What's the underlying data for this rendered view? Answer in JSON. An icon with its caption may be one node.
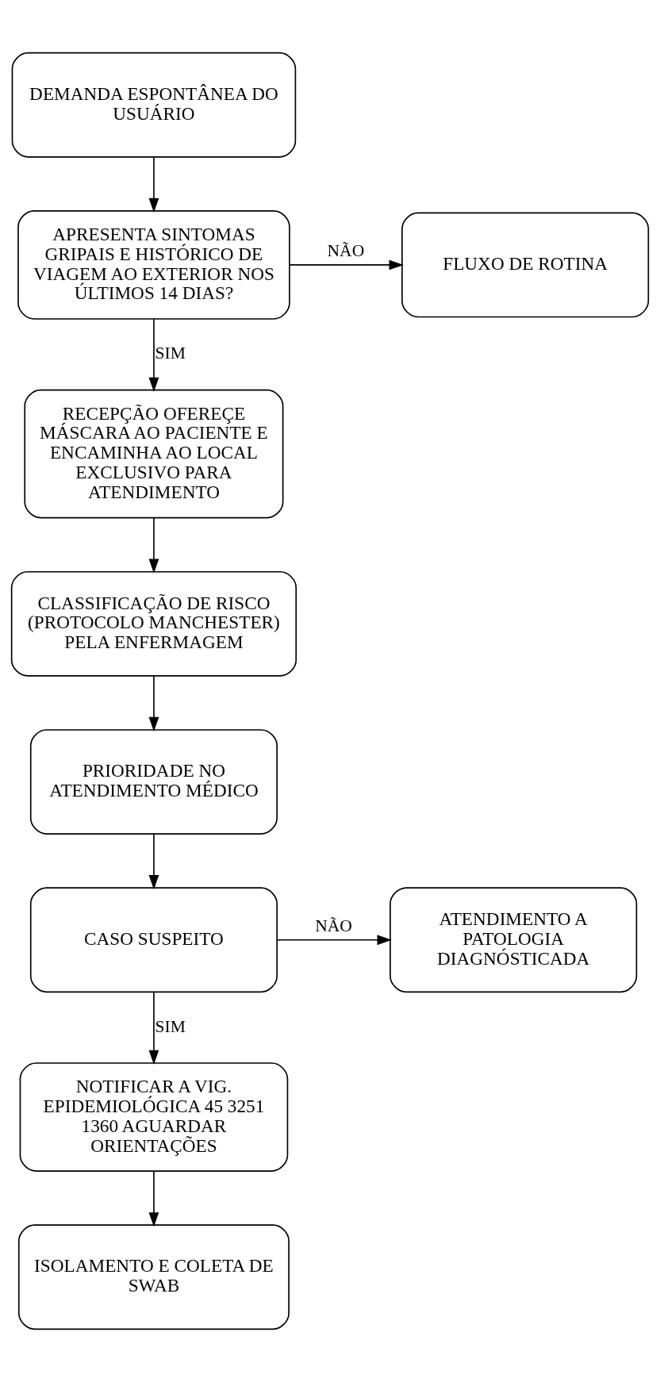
{
  "diagram": {
    "nodes": [
      {
        "text": [
          "DEMANDA ESPONTÂNEA DO USUÁRIO"
        ]
      },
      {
        "text": [
          "APRESENTA SINTOMAS GRIPAIS E HISTÓRICO DE VIAGEM AO EXTERIOR NOS ÚLTIMOS 14 DIAS?"
        ]
      },
      {
        "text": [
          "FLUXO DE ROTINA"
        ]
      },
      {
        "text": [
          "RECEPÇÃO OFEREÇE MÁSCARA AO PACIENTE E ENCAMINHA AO LOCAL EXCLUSIVO PARA ATENDIMENTO"
        ]
      },
      {
        "text": [
          "CLASSIFICAÇÃO DE RISCO (PROTOCOLO MANCHESTER) PELA ENFERMAGEM"
        ]
      },
      {
        "text": [
          "PRIORIDADE NO ATENDIMENTO MÉDICO"
        ]
      },
      {
        "text": [
          "CASO SUSPEITO"
        ]
      },
      {
        "text": [
          "ATENDIMENTO A PATOLOGIA DIAGNÓSTICADA"
        ]
      },
      {
        "text": [
          "NOTIFICAR A VIG. EPIDEMIOLÓGICA 45 3251 1360 AGUARDAR ORIENTAÇÕES"
        ]
      },
      {
        "text": [
          "ISOLAMENTO E COLETA DE SWAB"
        ]
      }
    ],
    "edges": [
      {
        "from": 0,
        "to": 1,
        "arrow": "to"
      },
      {
        "from": 1,
        "to": 2,
        "arrow": "to",
        "label": "NÃO"
      },
      {
        "from": 1,
        "to": 3,
        "arrow": "to",
        "label": "SIM"
      },
      {
        "from": 3,
        "to": 4,
        "arrow": "to"
      },
      {
        "from": 4,
        "to": 5,
        "arrow": "to"
      },
      {
        "from": 5,
        "to": 6,
        "arrow": "to"
      },
      {
        "from": 6,
        "to": 7,
        "arrow": "to",
        "label": "NÃO"
      },
      {
        "from": 6,
        "to": 8,
        "arrow": "to",
        "label": "SIM"
      },
      {
        "from": 8,
        "to": 9,
        "arrow": "to"
      }
    ]
  }
}
